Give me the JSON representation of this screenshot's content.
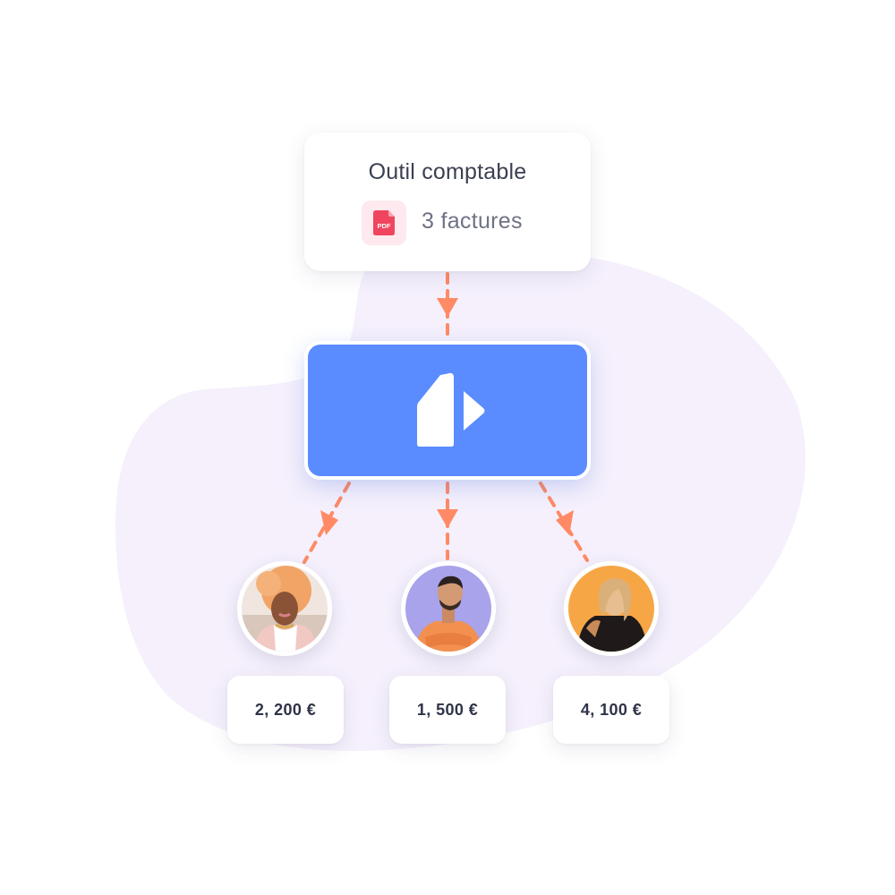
{
  "source": {
    "title": "Outil comptable",
    "invoice_count": "3 factures",
    "file_badge": "PDF"
  },
  "hub": {
    "logo": "brand-logo-icon"
  },
  "recipients": [
    {
      "avatar": "person-1-photo",
      "amount": "2, 200 €"
    },
    {
      "avatar": "person-2-photo",
      "amount": "1, 500 €"
    },
    {
      "avatar": "person-3-photo",
      "amount": "4, 100 €"
    }
  ],
  "colors": {
    "hub": "#5a8cff",
    "arrows": "#ff8a65",
    "blob": "#f4effc",
    "pdf_red": "#f0455e"
  }
}
